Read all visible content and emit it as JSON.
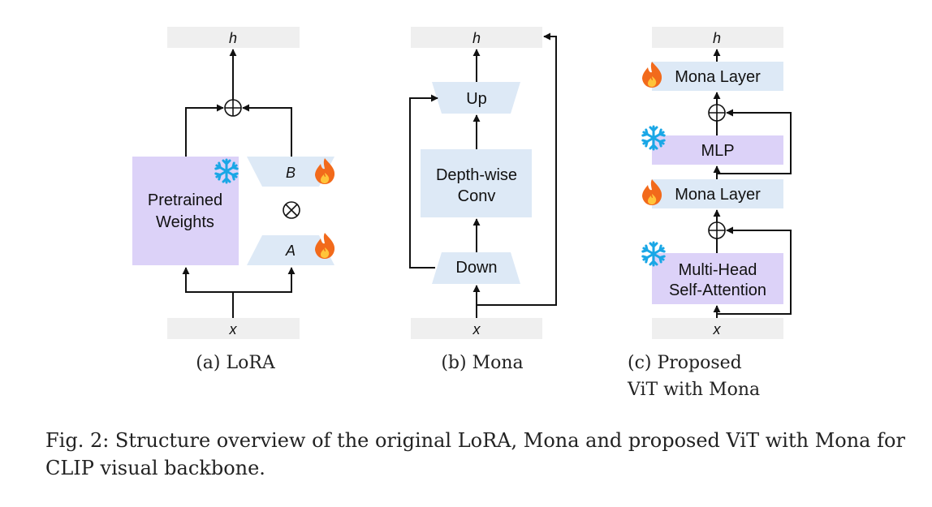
{
  "colors": {
    "io_bar": "#efefef",
    "frozen_block": "#dcd2f8",
    "adapter_block": "#dde9f6",
    "arrow": "#111111",
    "snowflake": "#1aa7e6",
    "flame_outer": "#f26a1b",
    "flame_inner": "#ffc43a"
  },
  "icons": {
    "frozen": "snowflake-icon",
    "trainable": "flame-icon",
    "add": "circled-plus-icon",
    "multiply": "circled-times-icon"
  },
  "lora": {
    "output_label": "h",
    "input_label": "x",
    "pretrained_line1": "Pretrained",
    "pretrained_line2": "Weights",
    "b_label": "B",
    "a_label": "A",
    "subcaption": "(a) LoRA"
  },
  "mona": {
    "output_label": "h",
    "input_label": "x",
    "up_label": "Up",
    "conv_line1": "Depth-wise",
    "conv_line2": "Conv",
    "down_label": "Down",
    "subcaption": "(b) Mona"
  },
  "vit": {
    "output_label": "h",
    "input_label": "x",
    "mona_layer_top": "Mona Layer",
    "mlp_label": "MLP",
    "mona_layer_bottom": "Mona Layer",
    "mhsa_line1": "Multi-Head",
    "mhsa_line2": "Self-Attention",
    "subcaption_line1": "(c) Proposed",
    "subcaption_line2": "ViT with Mona"
  },
  "caption": "Fig. 2: Structure overview of the original LoRA, Mona and proposed ViT with Mona for CLIP visual backbone."
}
